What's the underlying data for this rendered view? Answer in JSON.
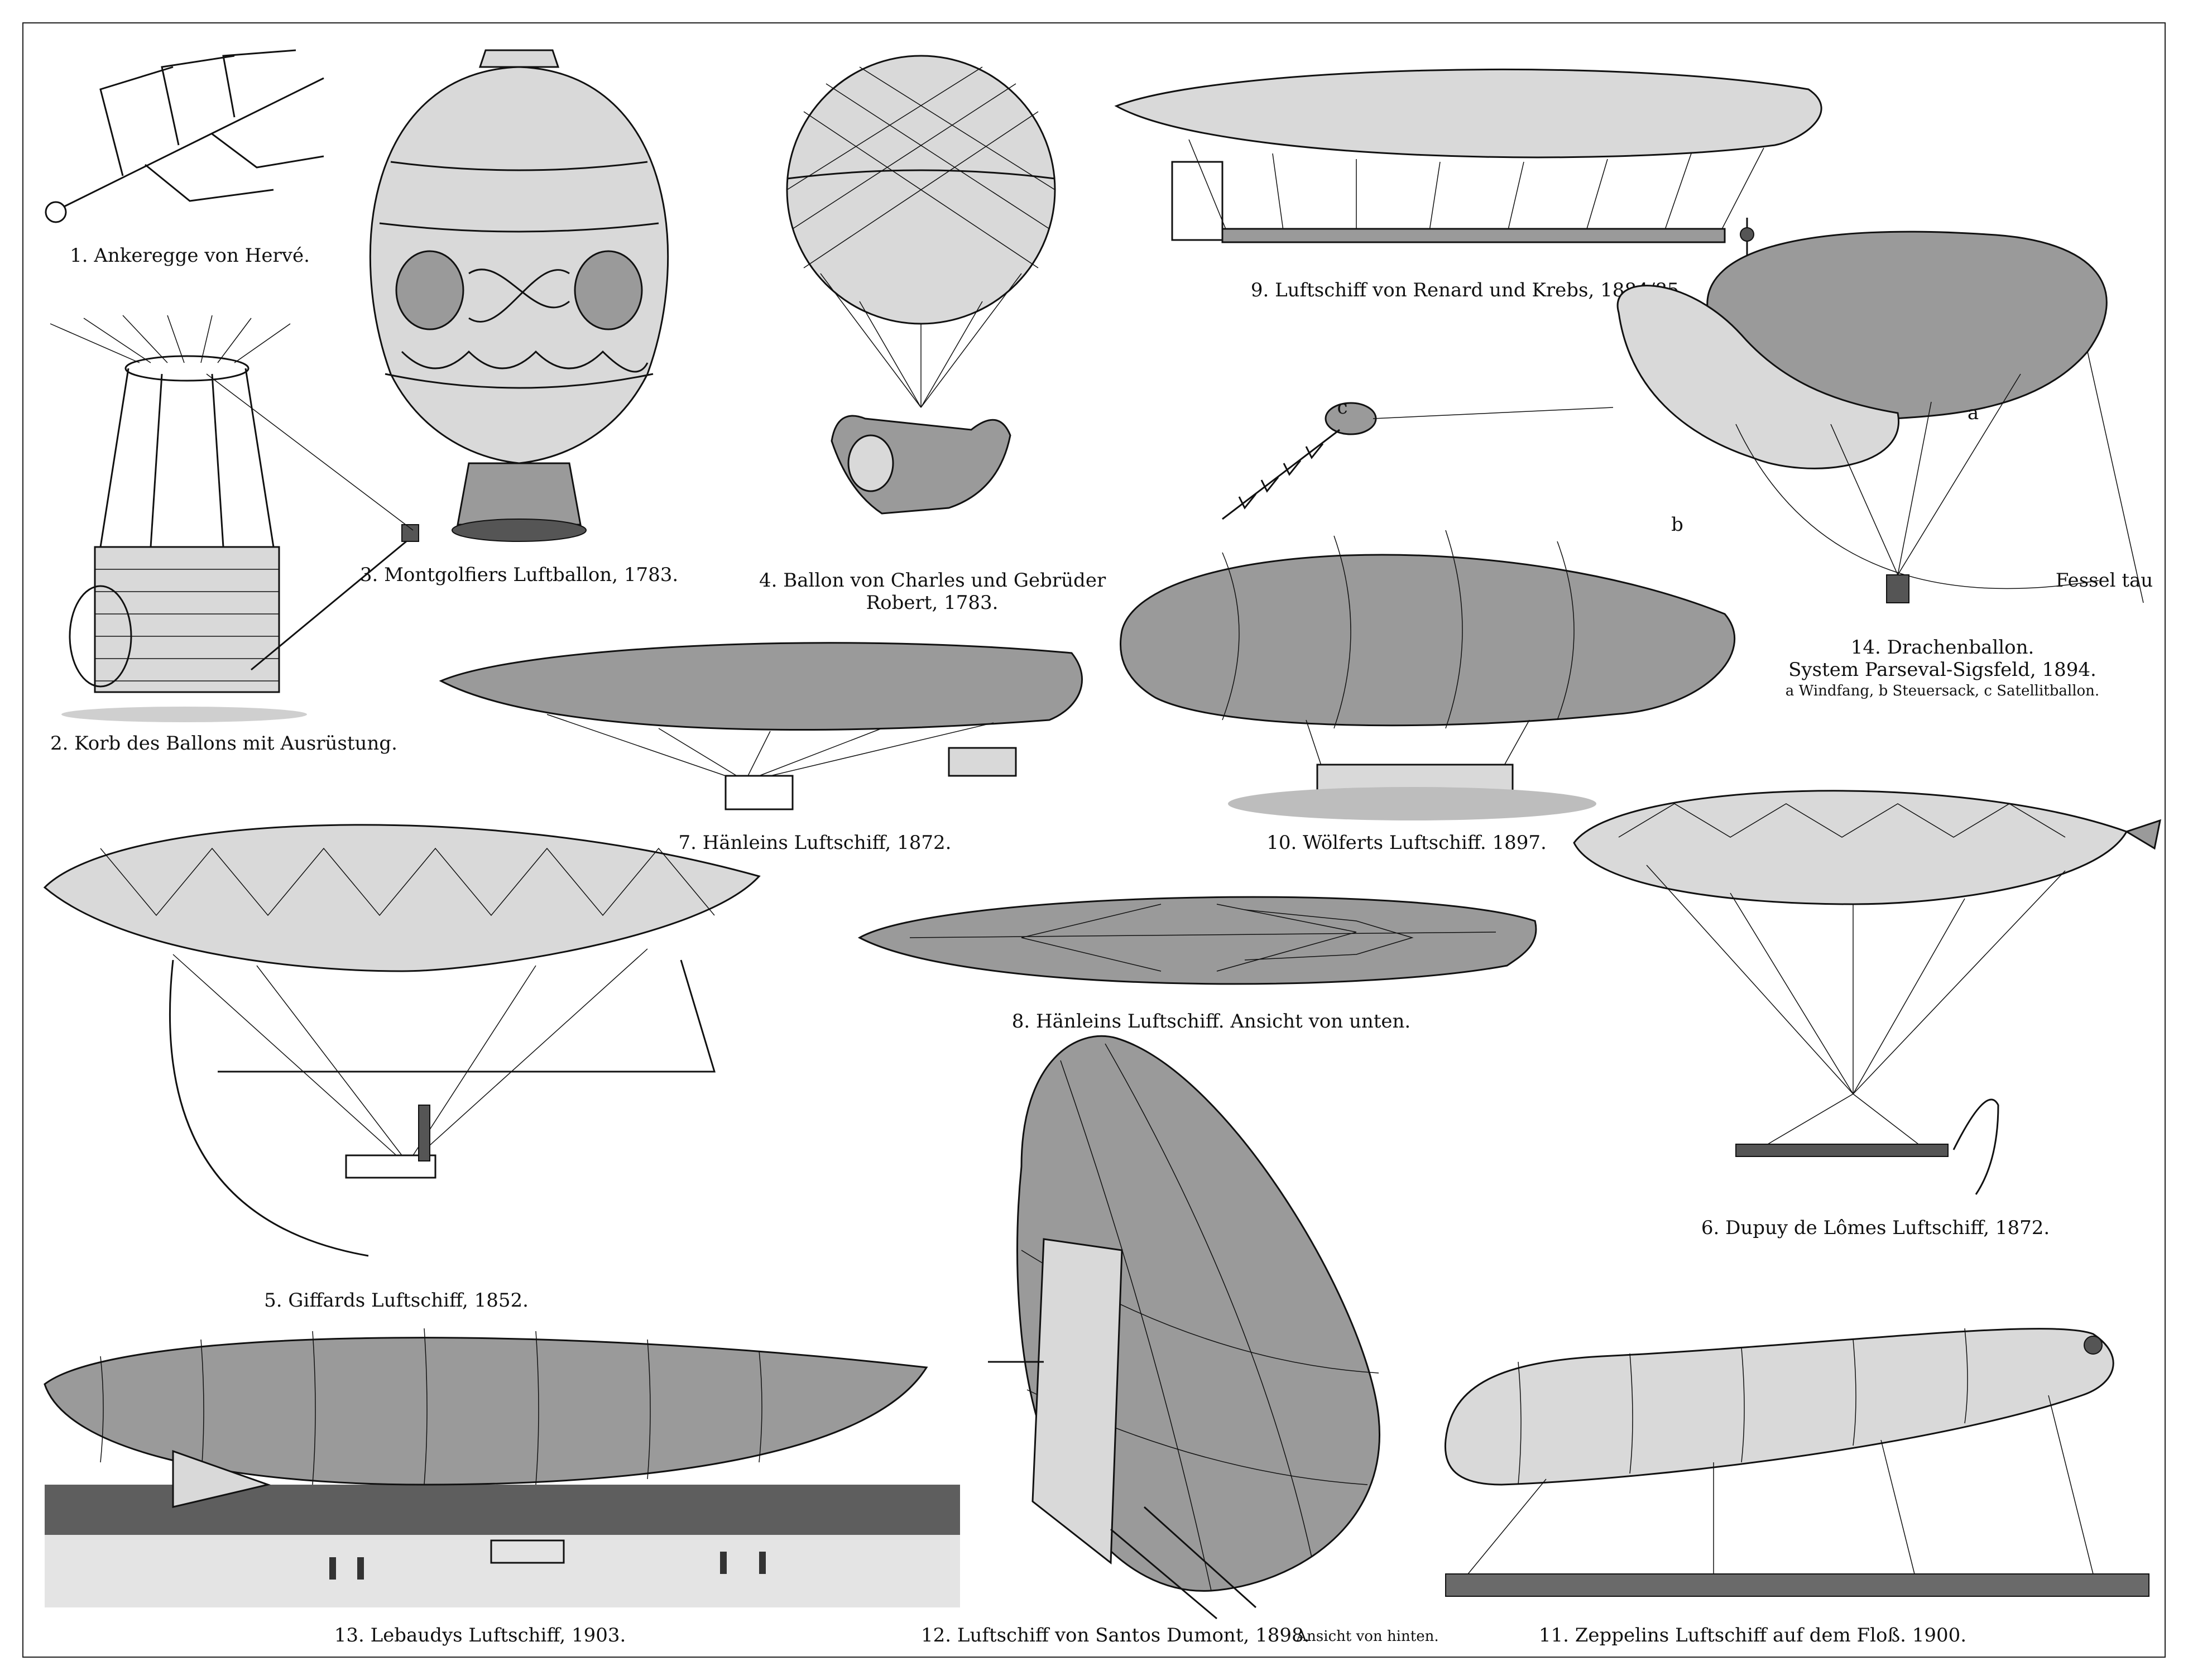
{
  "plate": {
    "captions": {
      "c1": "1. Ankeregge von Hervé.",
      "c2": "2. Korb des Ballons mit Ausrüstung.",
      "c3": "3. Montgolfiers Luftballon, 1783.",
      "c4a": "4. Ballon von Charles und Gebrüder",
      "c4b": "Robert, 1783.",
      "c5": "5. Giffards Luftschiff, 1852.",
      "c6": "6. Dupuy de Lômes Luftschiff, 1872.",
      "c7": "7. Hänleins Luftschiff, 1872.",
      "c8": "8. Hänleins Luftschiff. Ansicht von unten.",
      "c9": "9. Luftschiff von Renard und Krebs, 1884/85.",
      "c10": "10. Wölferts Luftschiff. 1897.",
      "c11": "11. Zeppelins Luftschiff auf dem Floß. 1900.",
      "c12": "12. Luftschiff von Santos Dumont, 1898.",
      "c12b": "Ansicht von hinten.",
      "c13": "13. Lebaudys Luftschiff, 1903.",
      "c14a": "14. Drachenballon.",
      "c14b": "System Parseval-Sigsfeld, 1894.",
      "c14c": "a Windfang, b Steuersack, c Satellitballon."
    },
    "labels": {
      "a": "a",
      "b": "b",
      "c": "c",
      "fesseltau": "Fessel tau"
    }
  }
}
